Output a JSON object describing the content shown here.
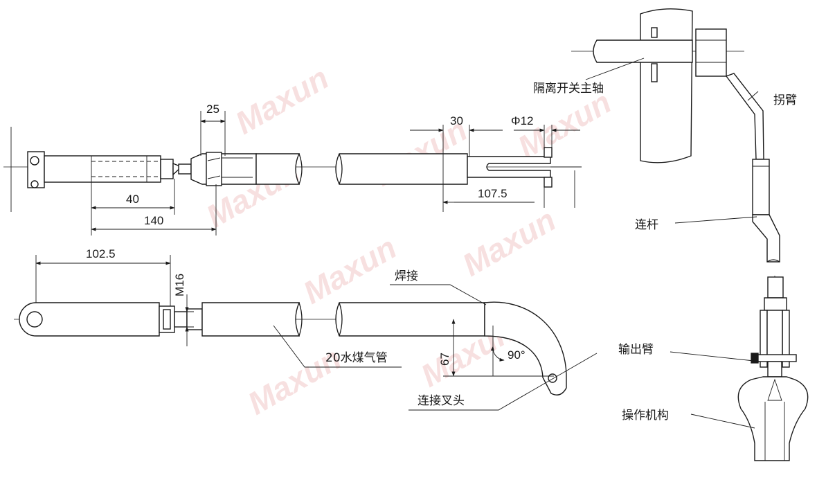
{
  "dimensions": {
    "d25": "25",
    "d40": "40",
    "d140": "140",
    "d30": "30",
    "dphi12": "Φ12",
    "d107_5": "107.5",
    "d102_5": "102.5",
    "dM16": "M16",
    "d67": "67",
    "d90": "90°"
  },
  "labels": {
    "main_shaft": "隔离开关主轴",
    "crank_arm": "拐臂",
    "connecting_rod": "连杆",
    "weld": "焊接",
    "gas_pipe": "20水煤气管",
    "fork_head": "连接叉头",
    "output_arm": "输出臂",
    "mechanism": "操作机构"
  },
  "watermark": "Maxun"
}
